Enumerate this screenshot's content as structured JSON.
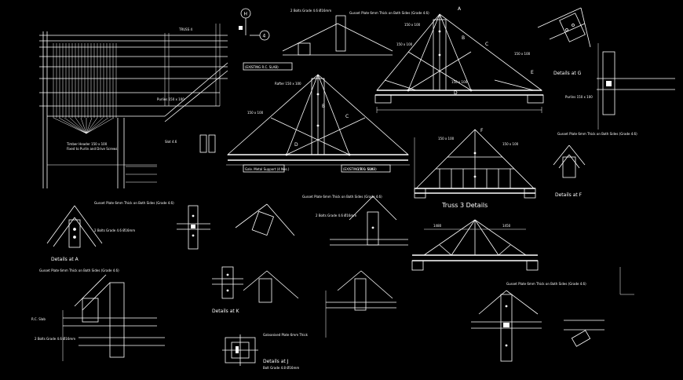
{
  "drawing": {
    "labels": {
      "details_a": "Details at A",
      "details_k": "Details at K",
      "details_j": "Details at J",
      "details_f": "Details at F",
      "details_g": "Details at G",
      "truss3": "Truss 3 Details",
      "slab1": "(EXISTING R.C. SLAB)",
      "slab2": "(EXISTING R.C. SLAB)",
      "support": "Galv. Metal Support (4 Nos.)",
      "grid_h": "H",
      "grid_4": "4",
      "pt_a": "A",
      "pt_b": "B",
      "pt_c": "C",
      "pt_d": "D",
      "pt_e": "E",
      "pt_b2": "B",
      "pt_c2": "C",
      "pt_d2": "D",
      "pt_f": "F",
      "dim_150x100_a": "150 x 100",
      "dim_150x100_b": "150 x 100",
      "dim_150x100_c": "150 x 100",
      "dim_150x100_d": "150 x 100",
      "dim_150x100_e": "150 x 100",
      "dim_150x100_f": "150 x 100",
      "dim_150x100_g": "150 x 100",
      "dim_150x100_h": "150 x 100",
      "dim_1480": "1480",
      "dim_1450": "1450",
      "rafter": "Rafter 150 x 100",
      "purlin": "Purlins 150 x 100",
      "truss_4": "TRUSS 4",
      "bolt_note_1": "2 Bolts Grade 4.6 Ø16mm",
      "bolt_note_2": "2 Bolts Grade 4.6 Ø16mm",
      "bolt_note_3": "2 Bolts Grade 4.6 Ø16mm",
      "bolt_note_4": "2 Bolts Grade 4.6 Ø16mm",
      "gusset_1": "Gusset Plate 6mm Thick on Both Sides (Grade 4.6)",
      "gusset_2": "Gusset Plate 6mm Thick on Both Sides (Grade 4.6)",
      "gusset_3": "Gusset Plate 6mm Thick on Both Sides (Grade 4.6)",
      "gusset_4": "Gusset Plate 6mm Thick on Both Sides (Grade 4.6)",
      "gusset_5": "Gusset Plate 6mm Thick on Both Sides (Grade 4.6)",
      "gusset_6": "Gusset Plate 6mm Thick on Both Sides (Grade 4.6)",
      "slot": "Slot 4.6",
      "rc_slab": "R.C. Slab",
      "timber_header": "Timber Header 150 x 100",
      "fixed_purlin": "Fixed to Purlin and Drive Screws",
      "galv_plate": "Galvanised Plate 6mm Thick",
      "bolt_plate": "Bolt Grade 4.8 Ø16mm"
    }
  }
}
